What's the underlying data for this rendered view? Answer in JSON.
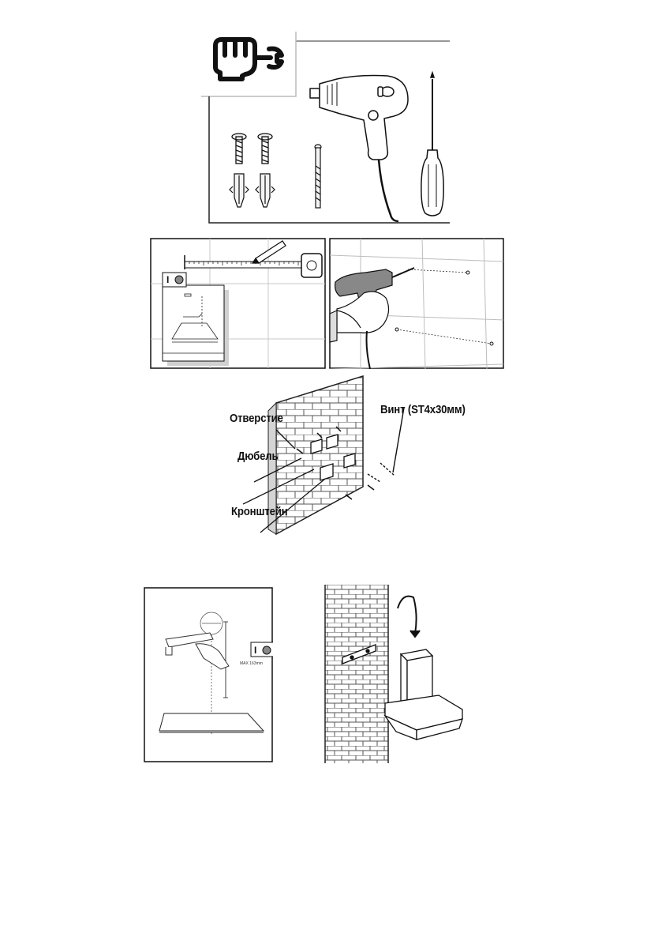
{
  "tools_panel": {
    "icon": "hand-wrench-icon",
    "items": [
      "screw-icon",
      "wall-plug-icon",
      "drill-bit-icon",
      "power-drill-icon",
      "screwdriver-icon"
    ]
  },
  "step_measure": {
    "icons": [
      "ruler-icon",
      "pencil-icon",
      "manual-sheet-icon"
    ]
  },
  "step_drill": {
    "icons": [
      "drill-in-hand-icon"
    ]
  },
  "step_mount": {
    "labels": {
      "hole": "Отверстие",
      "dowel": "Дюбель",
      "bracket": "Кронштейн",
      "screw": "Винт (ST4x30мм)"
    }
  },
  "step_height": {
    "max_label": "MAX 163mm"
  },
  "step_install": {
    "icons": [
      "rotate-arrow-icon",
      "hood-icon"
    ]
  },
  "colors": {
    "line": "#111111",
    "grid": "#b8b8b8",
    "bg": "#ffffff"
  }
}
